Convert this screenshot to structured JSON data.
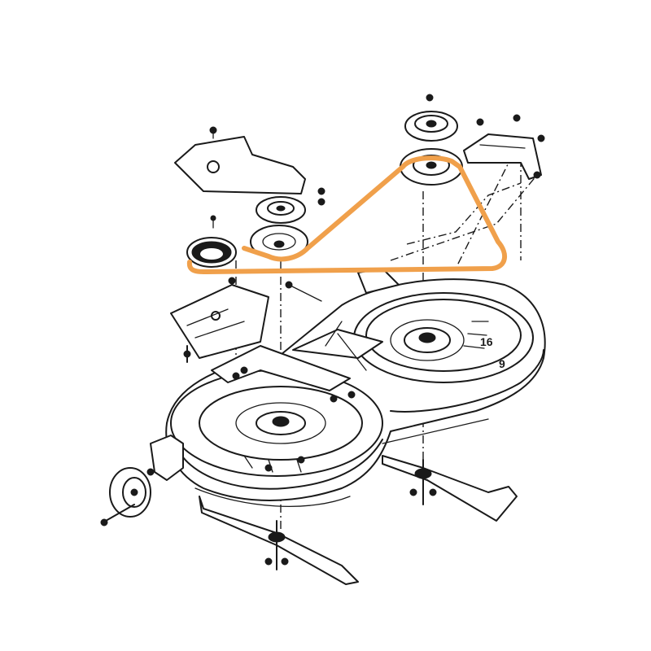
{
  "diagram": {
    "callouts": [
      {
        "id": "callout-16",
        "text": "16"
      },
      {
        "id": "callout-9",
        "text": "9"
      }
    ],
    "colors": {
      "belt": "#f0a04b",
      "line_art": "#1a1a1a",
      "background": "#ffffff"
    }
  }
}
